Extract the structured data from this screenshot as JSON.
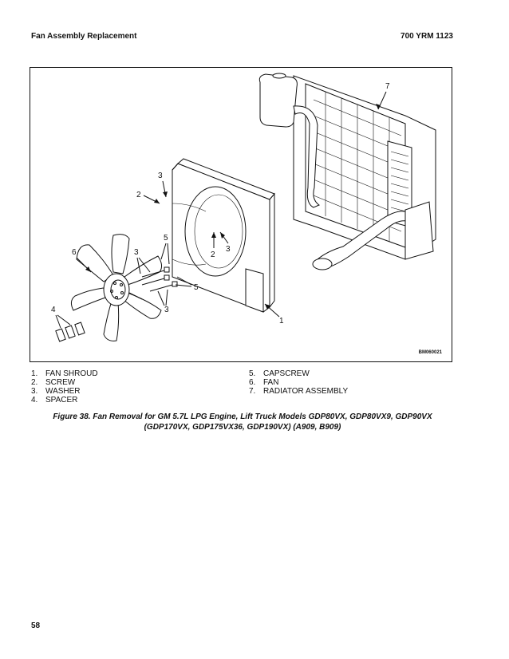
{
  "header": {
    "section_title": "Fan Assembly Replacement",
    "doc_code": "700 YRM 1123"
  },
  "figure": {
    "code": "BM060021",
    "callouts": [
      "7",
      "3",
      "2",
      "6",
      "3",
      "5",
      "2",
      "3",
      "5",
      "4",
      "3",
      "1"
    ]
  },
  "legend": {
    "left": [
      {
        "num": "1.",
        "label": "FAN SHROUD"
      },
      {
        "num": "2.",
        "label": "SCREW"
      },
      {
        "num": "3.",
        "label": "WASHER"
      },
      {
        "num": "4.",
        "label": "SPACER"
      }
    ],
    "right": [
      {
        "num": "5.",
        "label": "CAPSCREW"
      },
      {
        "num": "6.",
        "label": "FAN"
      },
      {
        "num": "7.",
        "label": "RADIATOR ASSEMBLY"
      }
    ]
  },
  "caption": {
    "line1": "Figure 38. Fan Removal for GM 5.7L LPG Engine, Lift Truck Models GDP80VX, GDP80VX9, GDP90VX",
    "line2": "(GDP170VX, GDP175VX36, GDP190VX) (A909, B909)"
  },
  "footer": {
    "page_number": "58"
  }
}
